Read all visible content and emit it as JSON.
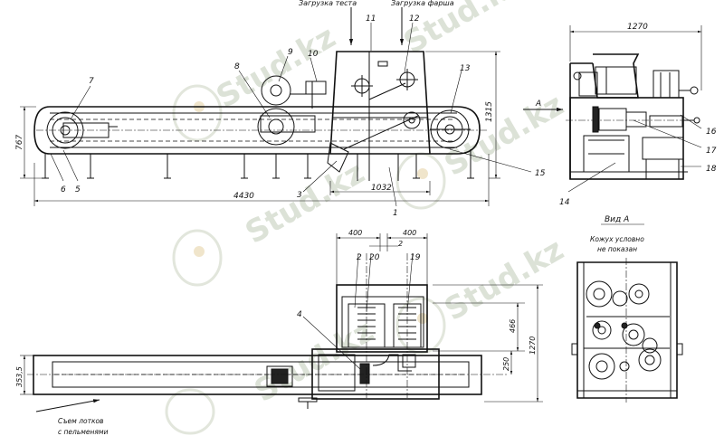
{
  "labels": {
    "dough_feed": "Загрузка теста",
    "filling_feed": "Загрузка фарша",
    "view_a": "Вид А",
    "arrow_a": "А",
    "casing_note_1": "Кожух условно",
    "casing_note_2": "не показан",
    "trays_note_1": "Съем лотков",
    "trays_note_2": "с пельменями"
  },
  "dimensions": {
    "overall_length": "4430",
    "hopper_width": "1032",
    "height_1315": "1315",
    "height_767": "767",
    "side_width": "1270",
    "plan_1270": "1270",
    "spacing_400_left": "400",
    "spacing_400_right": "400",
    "gap_2": "2",
    "d_466": "466",
    "d_250": "250",
    "d_3535": "353,5"
  },
  "callouts": [
    "1",
    "2",
    "3",
    "4",
    "5",
    "6",
    "7",
    "8",
    "9",
    "10",
    "11",
    "12",
    "13",
    "14",
    "15",
    "16",
    "17",
    "18",
    "19",
    "20"
  ],
  "watermark": {
    "text": "Stud.kz"
  }
}
